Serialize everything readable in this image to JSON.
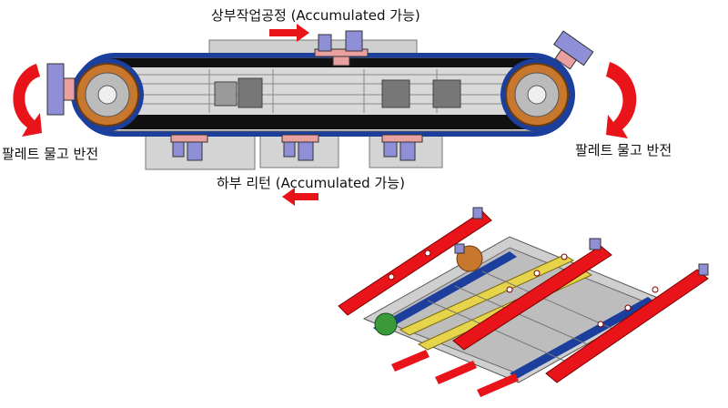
{
  "labels": {
    "top_process": "상부작업공정 (Accumulated 가능)",
    "bottom_return": "하부 리턴 (Accumulated 가능)",
    "left_flip": "팔레트 물고 반전",
    "right_flip": "팔레트 물고 반전"
  },
  "colors": {
    "arrow": "#e8141a",
    "belt": "#1c3e9c",
    "frame": "#c8c8c8",
    "pulley": "#c8782e",
    "pallet": "#e8141a",
    "rail": "#e6d54a",
    "fixture": "#8f8fd8"
  }
}
